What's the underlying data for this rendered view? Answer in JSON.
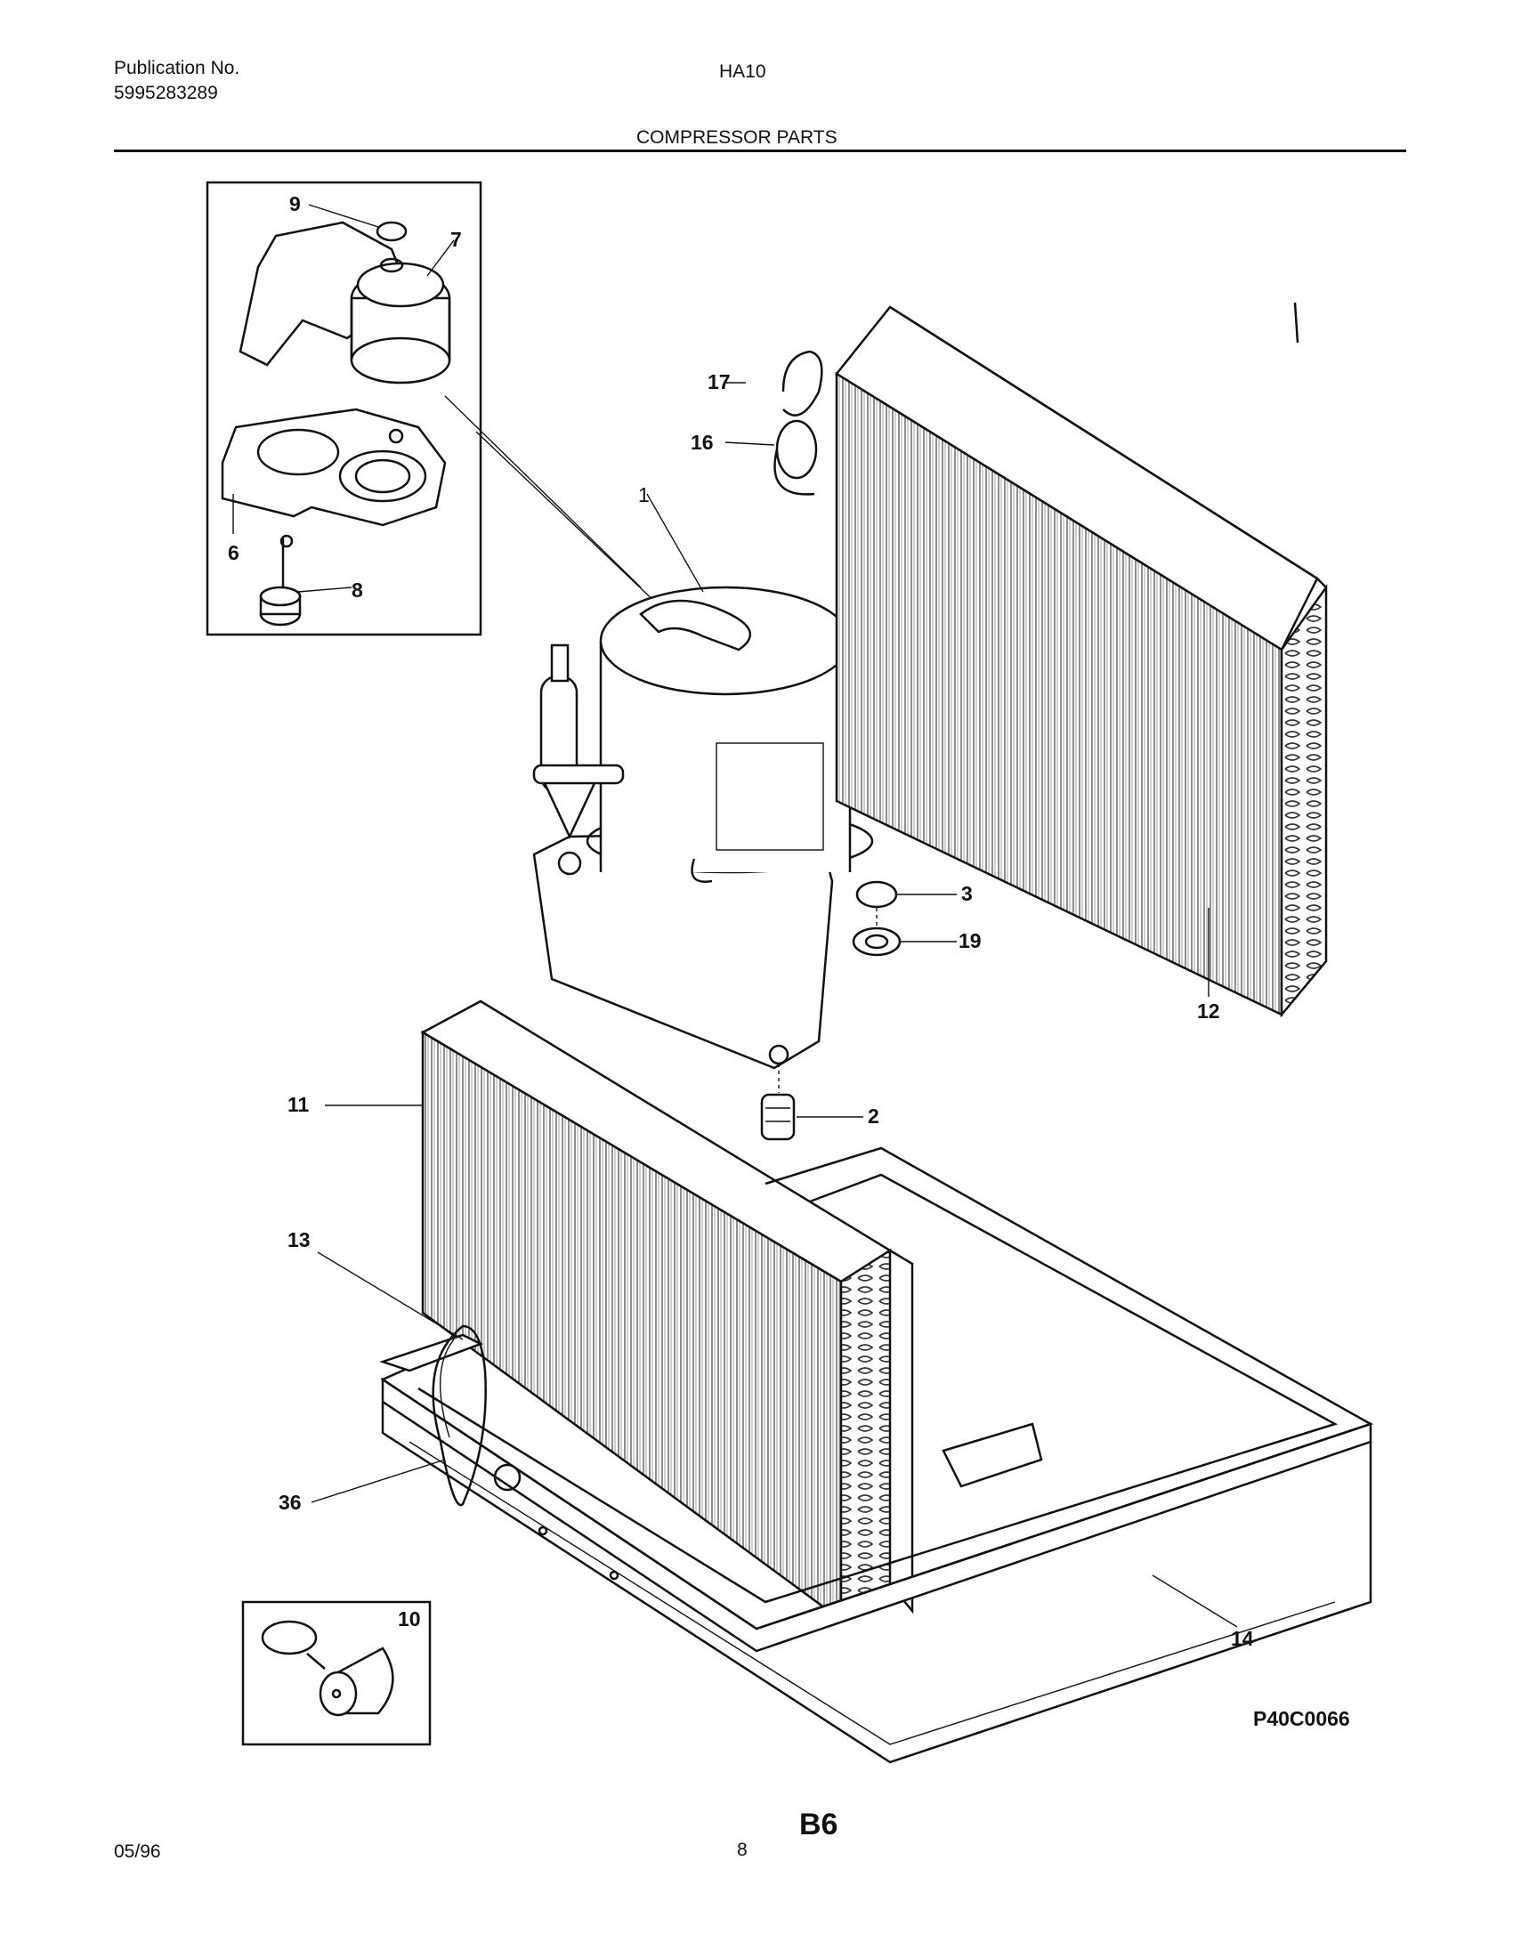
{
  "header": {
    "publication_label": "Publication No.",
    "publication_number": "5995283289",
    "model": "HA10",
    "section_title": "COMPRESSOR PARTS"
  },
  "callouts": [
    "9",
    "7",
    "6",
    "8",
    "17",
    "16",
    "1",
    "3",
    "19",
    "12",
    "11",
    "2",
    "13",
    "36",
    "10",
    "14"
  ],
  "diagram_code": "P40C0066",
  "footer": {
    "date": "05/96",
    "page": "8",
    "section_code": "B6"
  }
}
